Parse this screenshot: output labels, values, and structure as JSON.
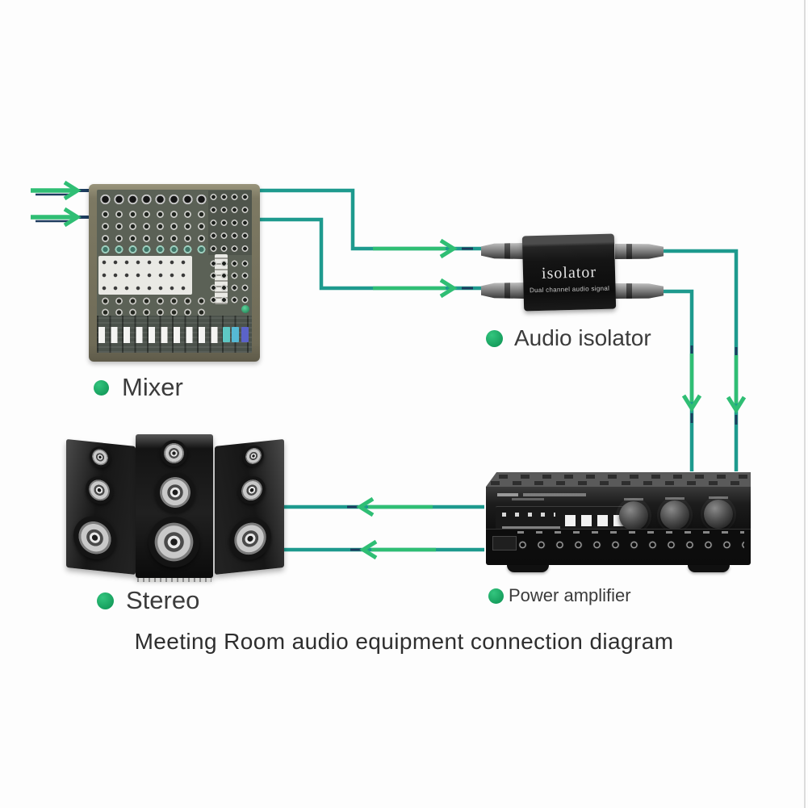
{
  "title": "Meeting Room audio equipment connection diagram",
  "labels": {
    "mixer": "Mixer",
    "stereo": "Stereo",
    "isolator": "Audio isolator",
    "amplifier": "Power amplifier"
  },
  "isolator_device": {
    "name": "isolator",
    "subtitle": "Dual channel audio signal"
  },
  "colors": {
    "cable_teal": "#1e9a8e",
    "arrow_green": "#2fbe74",
    "arrow_navy": "#1d3c5e",
    "bullet_green": "#1fae68",
    "label_text": "#3b3b3b"
  }
}
